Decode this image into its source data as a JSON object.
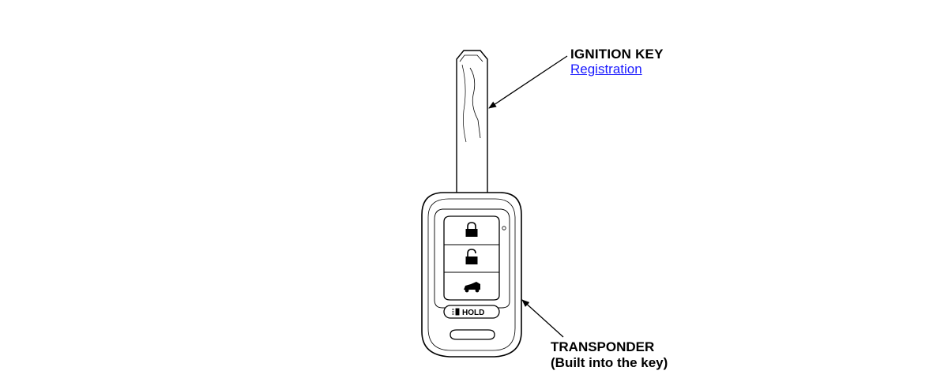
{
  "labels": {
    "ignition_key": "IGNITION KEY",
    "registration_link": "Registration",
    "transponder": "TRANSPONDER",
    "transponder_note": "(Built into the key)"
  },
  "key_fob": {
    "buttons": [
      {
        "icon": "lock-icon"
      },
      {
        "icon": "unlock-icon"
      },
      {
        "icon": "trunk-icon"
      }
    ],
    "hold_button_label": "HOLD"
  },
  "colors": {
    "link": "#1a1aff",
    "line": "#000000"
  }
}
